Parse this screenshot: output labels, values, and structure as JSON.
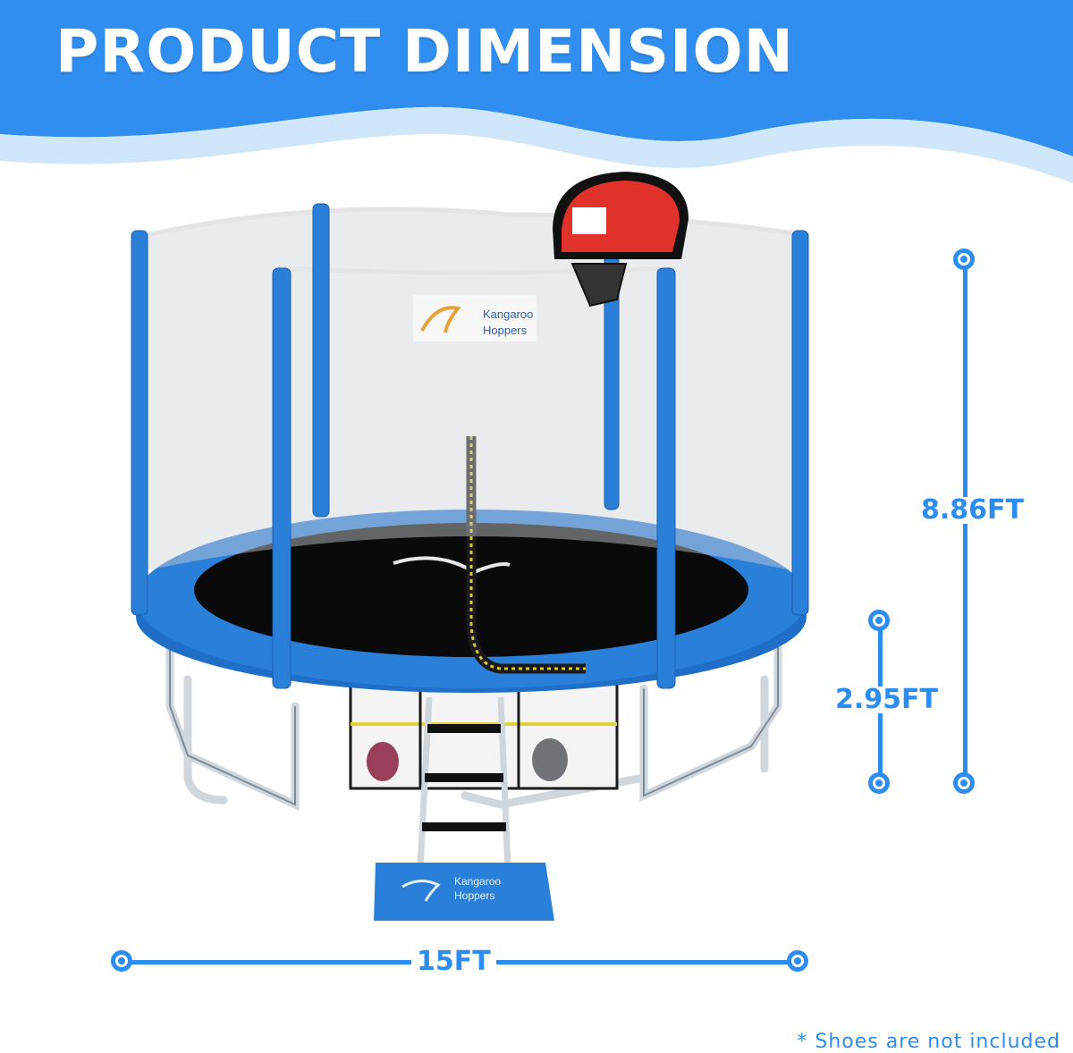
{
  "header": {
    "title": "PRODUCT DIMENSION"
  },
  "brand": {
    "banner_line1": "Kangaroo",
    "banner_line2": "Hoppers",
    "mat_line1": "Kangaroo",
    "mat_line2": "Hoppers"
  },
  "dimensions": {
    "total_height": "8.86FT",
    "frame_height": "2.95FT",
    "diameter": "15FT"
  },
  "note": "* Shoes are not included",
  "colors": {
    "accent": "#2b8df2",
    "header_blue": "#2f8ef0",
    "pad_blue": "#2a7fd8",
    "hoop_red": "#e0312b"
  }
}
